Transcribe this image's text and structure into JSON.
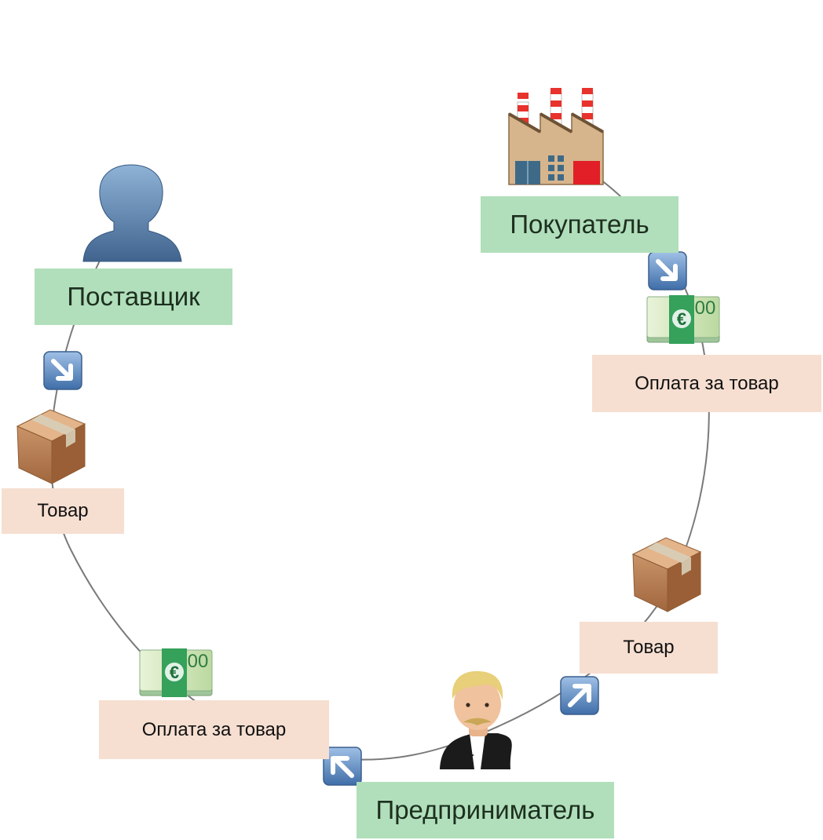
{
  "nodes": {
    "supplier": {
      "label": "Поставщик",
      "icon": "person-silhouette-icon"
    },
    "buyer": {
      "label": "Покупатель",
      "icon": "factory-icon"
    },
    "entrepreneur": {
      "label": "Предприниматель",
      "icon": "businessman-icon"
    }
  },
  "flows": {
    "supplier_goods": {
      "label": "Товар",
      "icon": "package-icon",
      "arrow": "arrow-down-right-icon"
    },
    "payment_to_supplier": {
      "label": "Оплата за товар",
      "icon": "euro-banknotes-icon",
      "arrow": "arrow-up-left-icon"
    },
    "goods_to_buyer": {
      "label": "Товар",
      "icon": "package-icon",
      "arrow": "arrow-up-right-icon"
    },
    "buyer_payment": {
      "label": "Оплата за товар",
      "icon": "euro-banknotes-icon",
      "arrow": "arrow-down-right-icon"
    }
  },
  "colors": {
    "role_label_bg": "#b1dfbb",
    "flow_label_bg": "#f6dfd1",
    "connector": "#7a7a7a",
    "arrow_button": "#5a84b6"
  }
}
